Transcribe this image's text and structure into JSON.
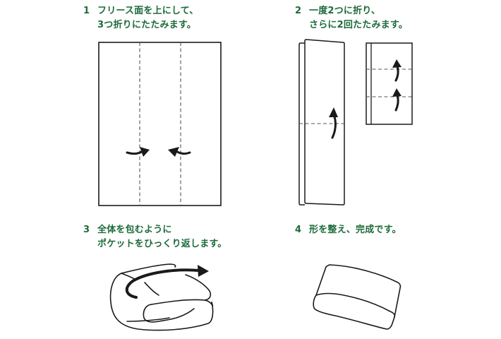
{
  "steps": [
    {
      "number": "1",
      "line1": "フリース面を上にして、",
      "line2": "3つ折りにたたみます。",
      "illustration": "rectangle-with-two-vertical-fold-lines-and-inward-arrows"
    },
    {
      "number": "2",
      "line1": "一度2つに折り、",
      "line2": "さらに2回たたみます。",
      "illustration": "tall-folded-panel-with-horizontal-fold-and-up-arrow; short-panel-with-two-fold-lines-and-up-arrows"
    },
    {
      "number": "3",
      "line1": "全体を包むように",
      "line2": "ポケットをひっくり返します。",
      "illustration": "rolled-blanket-with-wrapping-arrow"
    },
    {
      "number": "4",
      "line1": "形を整え、完成です。",
      "line2": "",
      "illustration": "finished-folded-blanket"
    }
  ],
  "colors": {
    "caption": "#1d6b3a",
    "line": "#1a1a1a",
    "fold_line": "#555555",
    "background": "#ffffff"
  }
}
